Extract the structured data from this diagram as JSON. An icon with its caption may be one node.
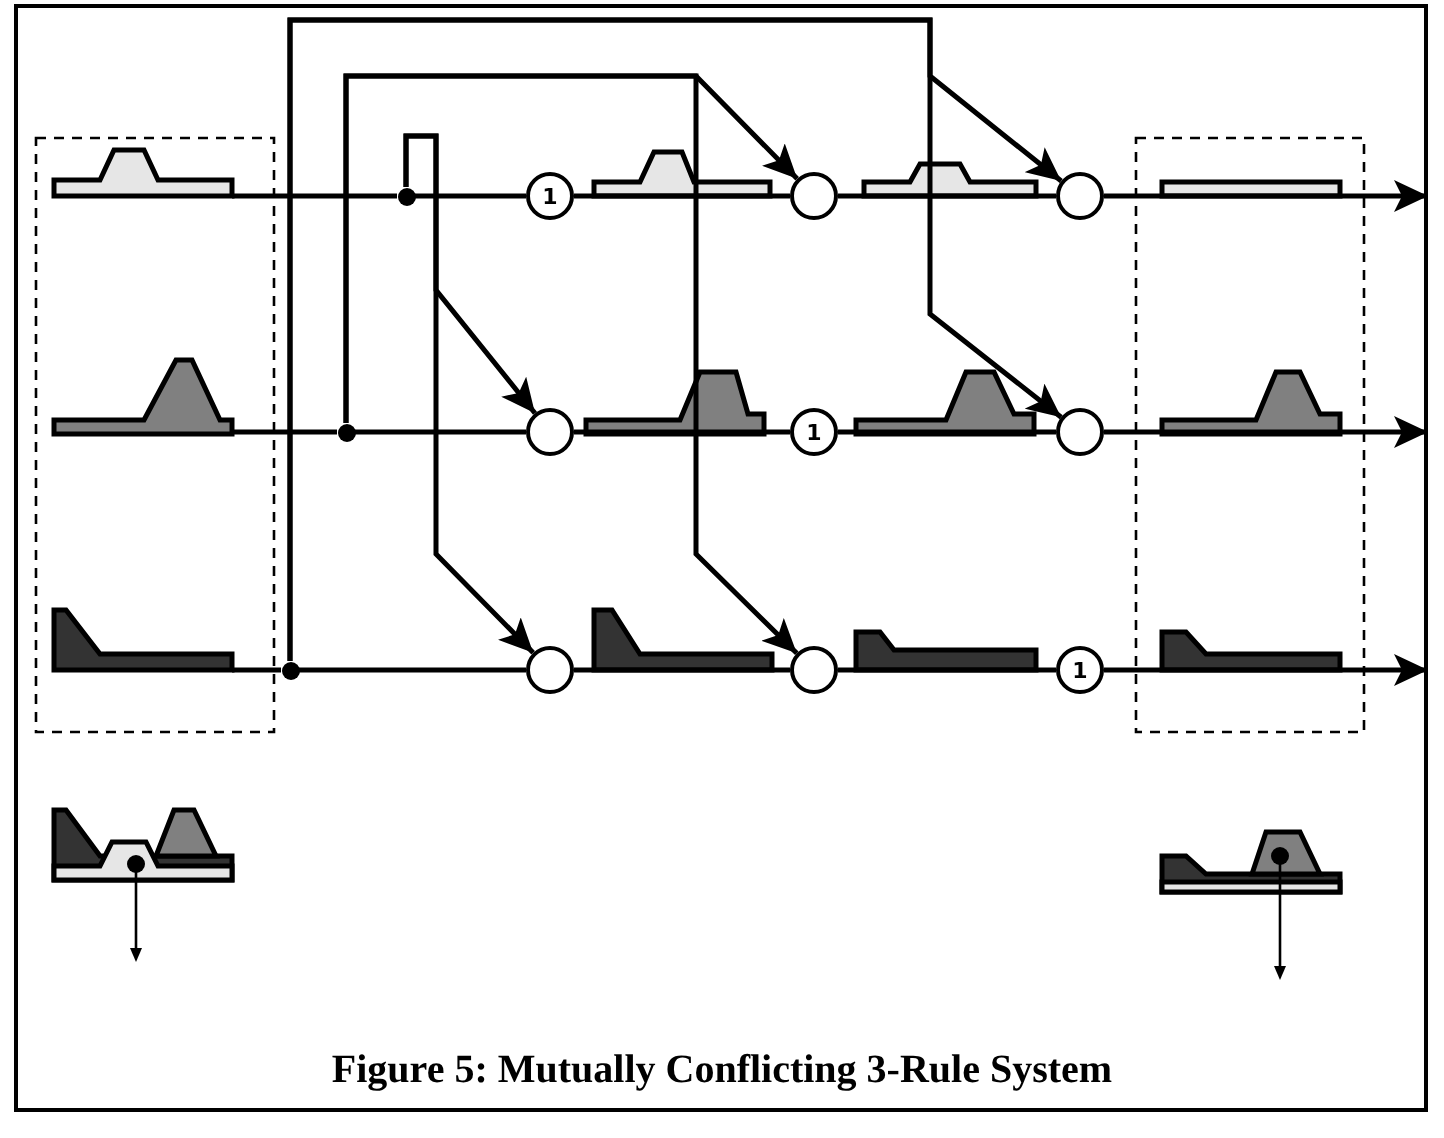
{
  "diagram": {
    "caption": "Figure 5: Mutually Conflicting 3-Rule System",
    "nodes": [
      {
        "text": [],
        "shape": "picture"
      },
      {
        "text": [],
        "shape": "dot"
      },
      {
        "text": [
          "1"
        ]
      },
      {
        "text": [],
        "shape": "circle"
      },
      {
        "text": [],
        "shape": "circle"
      },
      {
        "text": [],
        "shape": "picture"
      },
      {
        "text": [],
        "shape": "dot"
      },
      {
        "text": [],
        "shape": "circle"
      },
      {
        "text": [
          "1"
        ]
      },
      {
        "text": [],
        "shape": "circle"
      },
      {
        "text": [],
        "shape": "picture"
      },
      {
        "text": [],
        "shape": "dot"
      },
      {
        "text": [],
        "shape": "circle"
      },
      {
        "text": [],
        "shape": "circle"
      },
      {
        "text": [
          "1"
        ]
      }
    ],
    "edges": [
      {
        "from": 0,
        "to": 1,
        "arrow": "none"
      },
      {
        "from": 1,
        "to": 2,
        "arrow": "none"
      },
      {
        "from": 2,
        "to": 3,
        "arrow": "none"
      },
      {
        "from": 3,
        "to": 4,
        "arrow": "none"
      },
      {
        "from": 4,
        "to": null,
        "arrow": "to"
      },
      {
        "from": 5,
        "to": 6,
        "arrow": "none"
      },
      {
        "from": 6,
        "to": 7,
        "arrow": "none"
      },
      {
        "from": 7,
        "to": 8,
        "arrow": "none"
      },
      {
        "from": 8,
        "to": 9,
        "arrow": "none"
      },
      {
        "from": 9,
        "to": null,
        "arrow": "to"
      },
      {
        "from": 10,
        "to": 11,
        "arrow": "none"
      },
      {
        "from": 11,
        "to": 12,
        "arrow": "none"
      },
      {
        "from": 12,
        "to": 13,
        "arrow": "none"
      },
      {
        "from": 13,
        "to": 14,
        "arrow": "none"
      },
      {
        "from": 14,
        "to": null,
        "arrow": "to"
      },
      {
        "from": 1,
        "to": 7,
        "arrow": "to"
      },
      {
        "from": 1,
        "to": 12,
        "arrow": "to"
      },
      {
        "from": 6,
        "to": 3,
        "arrow": "to"
      },
      {
        "from": 6,
        "to": 13,
        "arrow": "to"
      },
      {
        "from": 11,
        "to": 4,
        "arrow": "to"
      },
      {
        "from": 11,
        "to": 9,
        "arrow": "to"
      }
    ]
  }
}
